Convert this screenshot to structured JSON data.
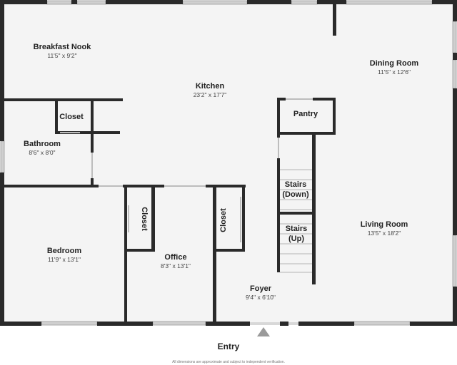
{
  "rooms": {
    "breakfast_nook": {
      "name": "Breakfast Nook",
      "dims": "11'5\" x 9'2\""
    },
    "kitchen": {
      "name": "Kitchen",
      "dims": "23'2\" x 17'7\""
    },
    "dining_room": {
      "name": "Dining Room",
      "dims": "11'5\" x 12'6\""
    },
    "pantry": {
      "name": "Pantry"
    },
    "closet_top": {
      "name": "Closet"
    },
    "bathroom": {
      "name": "Bathroom",
      "dims": "8'6\" x 8'0\""
    },
    "stairs_down": {
      "name_line1": "Stairs",
      "name_line2": "(Down)"
    },
    "stairs_up": {
      "name_line1": "Stairs",
      "name_line2": "(Up)"
    },
    "closet_office": {
      "name": "Closet"
    },
    "closet_foyer": {
      "name": "Closet"
    },
    "bedroom": {
      "name": "Bedroom",
      "dims": "11'9\" x 13'1\""
    },
    "office": {
      "name": "Office",
      "dims": "8'3\" x 13'1\""
    },
    "foyer": {
      "name": "Foyer",
      "dims": "9'4\" x 6'10\""
    },
    "living_room": {
      "name": "Living Room",
      "dims": "13'5\" x 18'2\""
    }
  },
  "entry_label": "Entry",
  "disclaimer": "All dimensions are approximate and subject to independent verification.",
  "colors": {
    "floor": "#f4f4f4",
    "wall": "#2a2a2a",
    "window": "#b9b9b9",
    "entry_arrow": "#9a9a9a"
  }
}
